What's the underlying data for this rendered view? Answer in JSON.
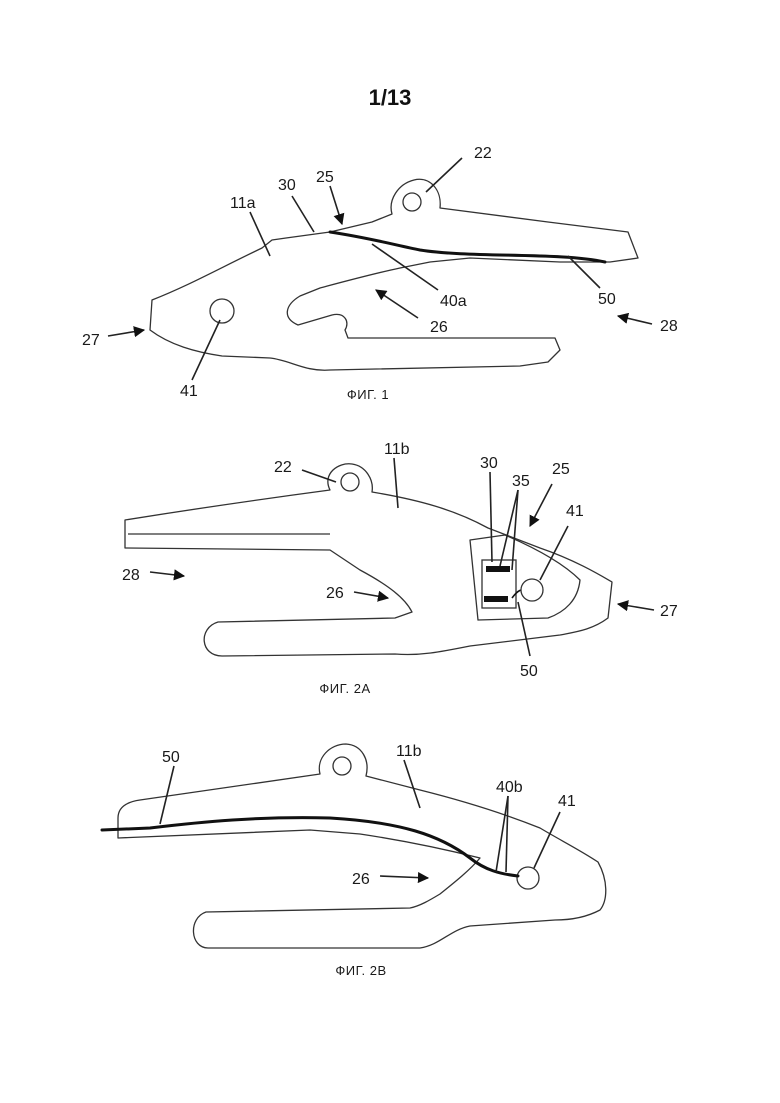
{
  "page_number": "1/13",
  "fig1": {
    "caption": "ФИГ. 1",
    "labels": {
      "l22": "22",
      "l30": "30",
      "l25": "25",
      "l11a": "11a",
      "l40a": "40a",
      "l50": "50",
      "l26": "26",
      "l27": "27",
      "l28": "28",
      "l41": "41"
    }
  },
  "fig2a": {
    "caption": "ФИГ. 2А",
    "labels": {
      "l22": "22",
      "l11b": "11b",
      "l30": "30",
      "l35": "35",
      "l25": "25",
      "l41": "41",
      "l28": "28",
      "l26": "26",
      "l27": "27",
      "l50": "50"
    }
  },
  "fig2b": {
    "caption": "ФИГ. 2В",
    "labels": {
      "l50": "50",
      "l11b": "11b",
      "l40b": "40b",
      "l41": "41",
      "l26": "26"
    }
  }
}
